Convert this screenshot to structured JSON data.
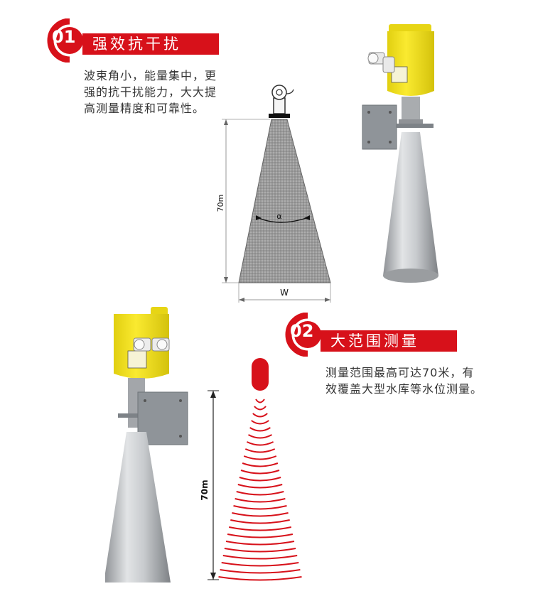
{
  "section1": {
    "number": "01",
    "title": "强效抗干扰",
    "lines": [
      "波束角小，能量集中，更",
      "强的抗干扰能力，大大提",
      "高测量精度和可靠性。"
    ],
    "height_label": "70m",
    "angle_label": "α",
    "width_label": "W"
  },
  "section2": {
    "number": "02",
    "title": "大范围测量",
    "lines": [
      "测量范围最高可达70米，有",
      "效覆盖大型水库等水位测量。"
    ],
    "height_label": "70m"
  },
  "colors": {
    "accent": "#d7111a",
    "housing": "#f2e21d",
    "cone": "#b9bcbf",
    "bracket": "#8c9196"
  }
}
